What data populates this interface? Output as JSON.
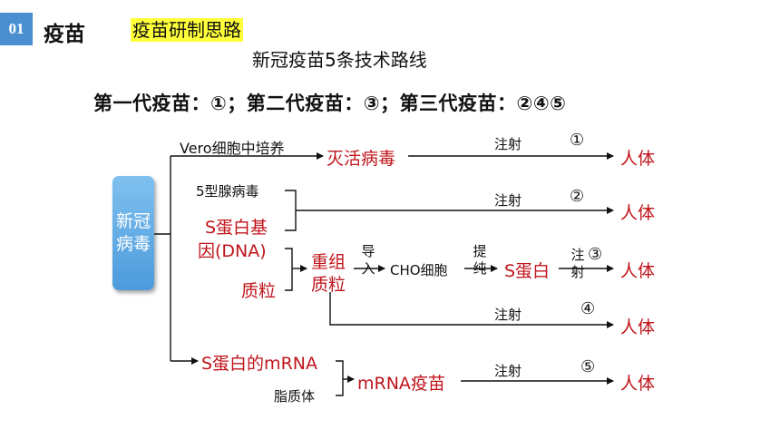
{
  "header": {
    "badge": "01",
    "section": "疫苗",
    "highlight": "疫苗研制思路"
  },
  "diagram": {
    "title": "新冠疫苗5条技术路线",
    "summary": "第一代疫苗：①；第二代疫苗：③；第三代疫苗：②④⑤",
    "source": "新冠病毒",
    "routes": {
      "r1": {
        "label": "Vero细胞中培养",
        "node": "灭活病毒",
        "arrow_label": "注射",
        "num": "①",
        "target": "人体"
      },
      "r2": {
        "label": "5型腺病毒",
        "node_a": "S蛋白基",
        "node_b": "因(DNA)",
        "arrow_label": "注射",
        "num": "②",
        "target": "人体"
      },
      "r3": {
        "node_plasmid": "质粒",
        "recomb_a": "重组",
        "recomb_b": "质粒",
        "import": "导入",
        "cell": "CHO细胞",
        "purify": "提纯",
        "protein": "S蛋白",
        "inject": "注射",
        "num": "③",
        "target": "人体"
      },
      "r4": {
        "arrow_label": "注射",
        "num": "④",
        "target": "人体"
      },
      "r5": {
        "node": "S蛋白的mRNA",
        "lipid": "脂质体",
        "vaccine": "mRNA疫苗",
        "arrow_label": "注射",
        "num": "⑤",
        "target": "人体"
      }
    }
  },
  "colors": {
    "accent_red": "#c0141b",
    "badge_blue": "#4a8fcf",
    "highlight": "#ffff3a",
    "virus_box": "#5aa7e3"
  }
}
